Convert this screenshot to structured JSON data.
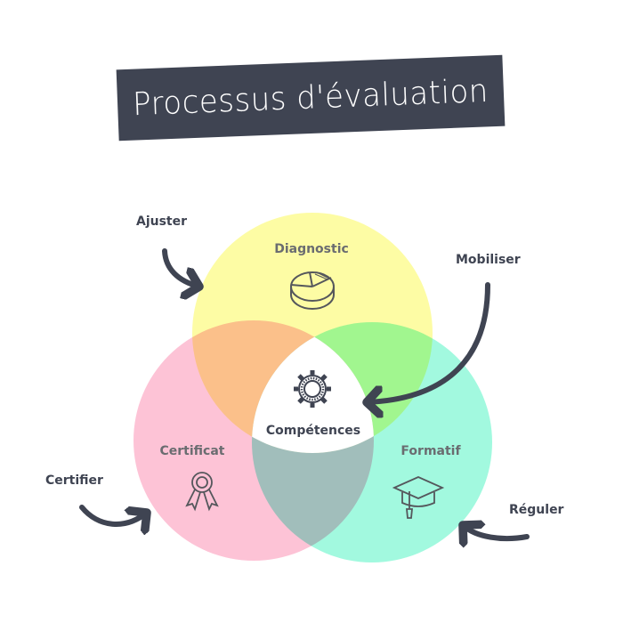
{
  "title": "Processus d'évaluation",
  "circles": {
    "diagnostic": {
      "label": "Diagnostic",
      "color": "#fdfca4",
      "icon": "pie-chart-icon"
    },
    "certificat": {
      "label": "Certificat",
      "color": "#fdc3d6",
      "icon": "award-ribbon-icon"
    },
    "formatif": {
      "label": "Formatif",
      "color": "#a2f9df",
      "icon": "graduation-cap-icon"
    }
  },
  "center": {
    "label": "Compétences",
    "icon": "gear-icon"
  },
  "actions": {
    "ajuster": "Ajuster",
    "mobiliser": "Mobiliser",
    "certifier": "Certifier",
    "reguler": "Réguler"
  },
  "colors": {
    "dark": "#3f4452"
  }
}
